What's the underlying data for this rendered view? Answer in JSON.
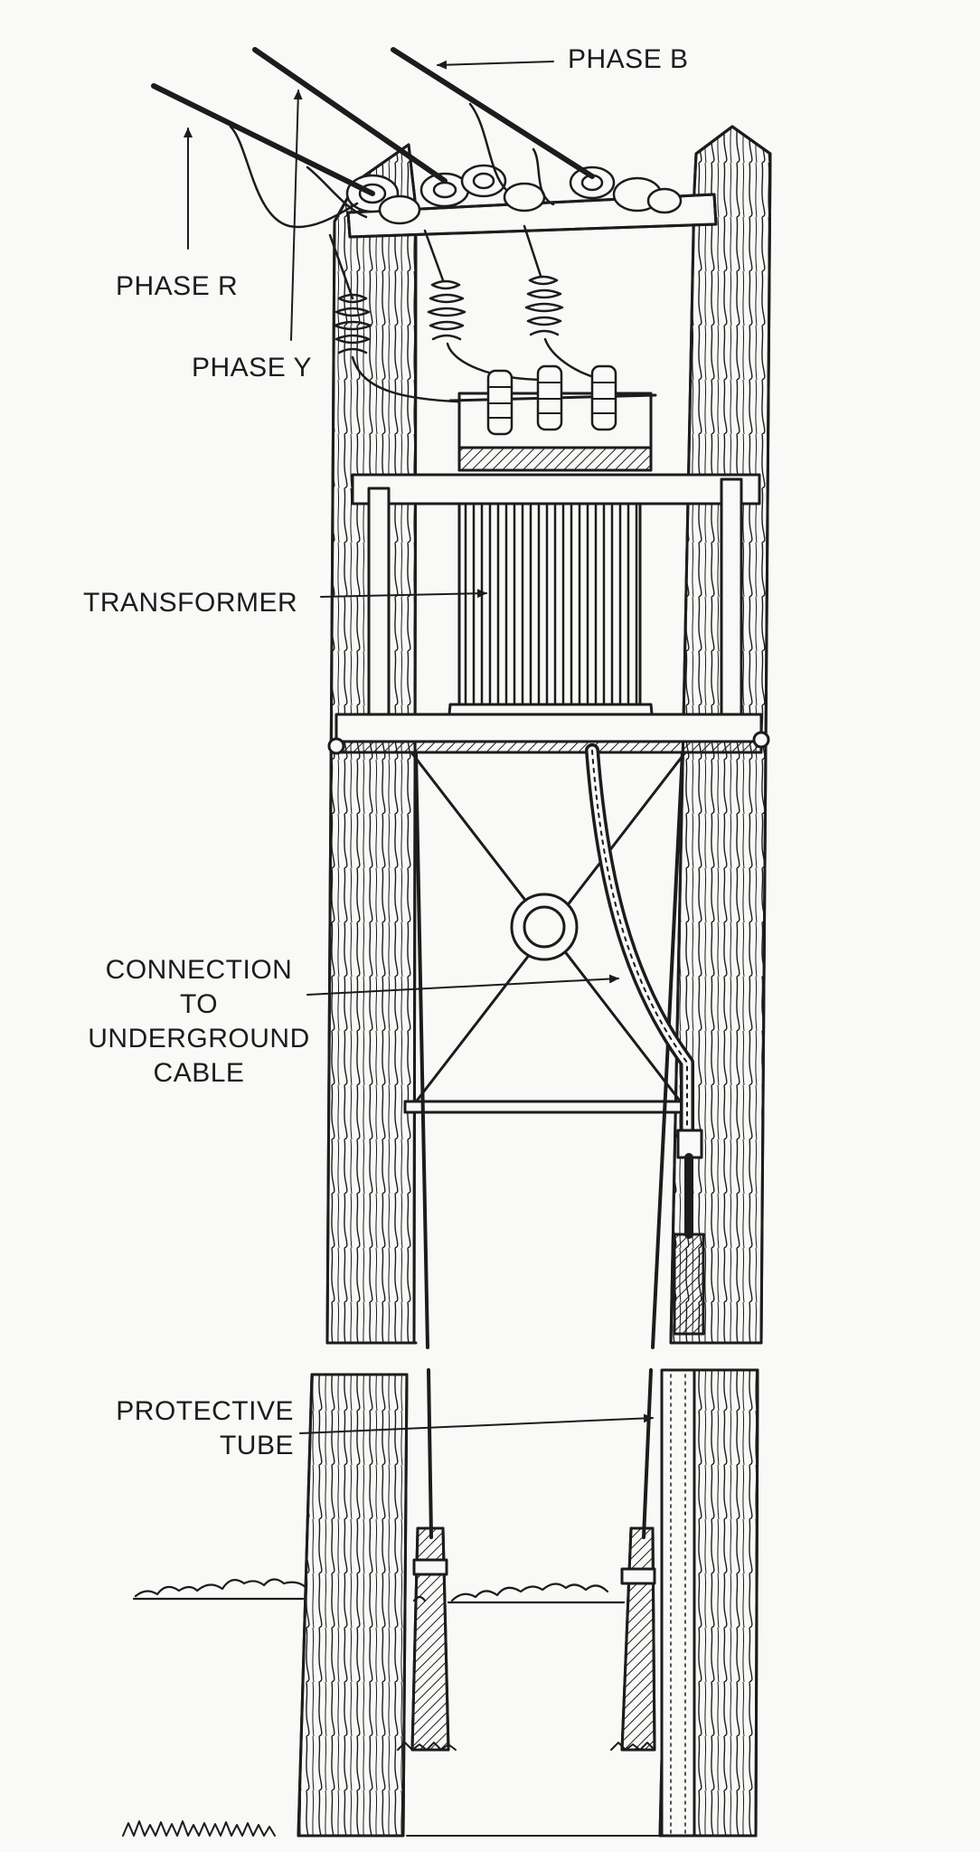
{
  "labels": {
    "phase_b": "PHASE B",
    "phase_r": "PHASE R",
    "phase_y": "PHASE Y",
    "transformer": "TRANSFORMER",
    "connection": "CONNECTION\nTO\nUNDERGROUND\nCABLE",
    "protective_tube": "PROTECTIVE\nTUBE"
  },
  "colors": {
    "ink": "#1c1c1c",
    "paper": "#f9f9f7"
  }
}
